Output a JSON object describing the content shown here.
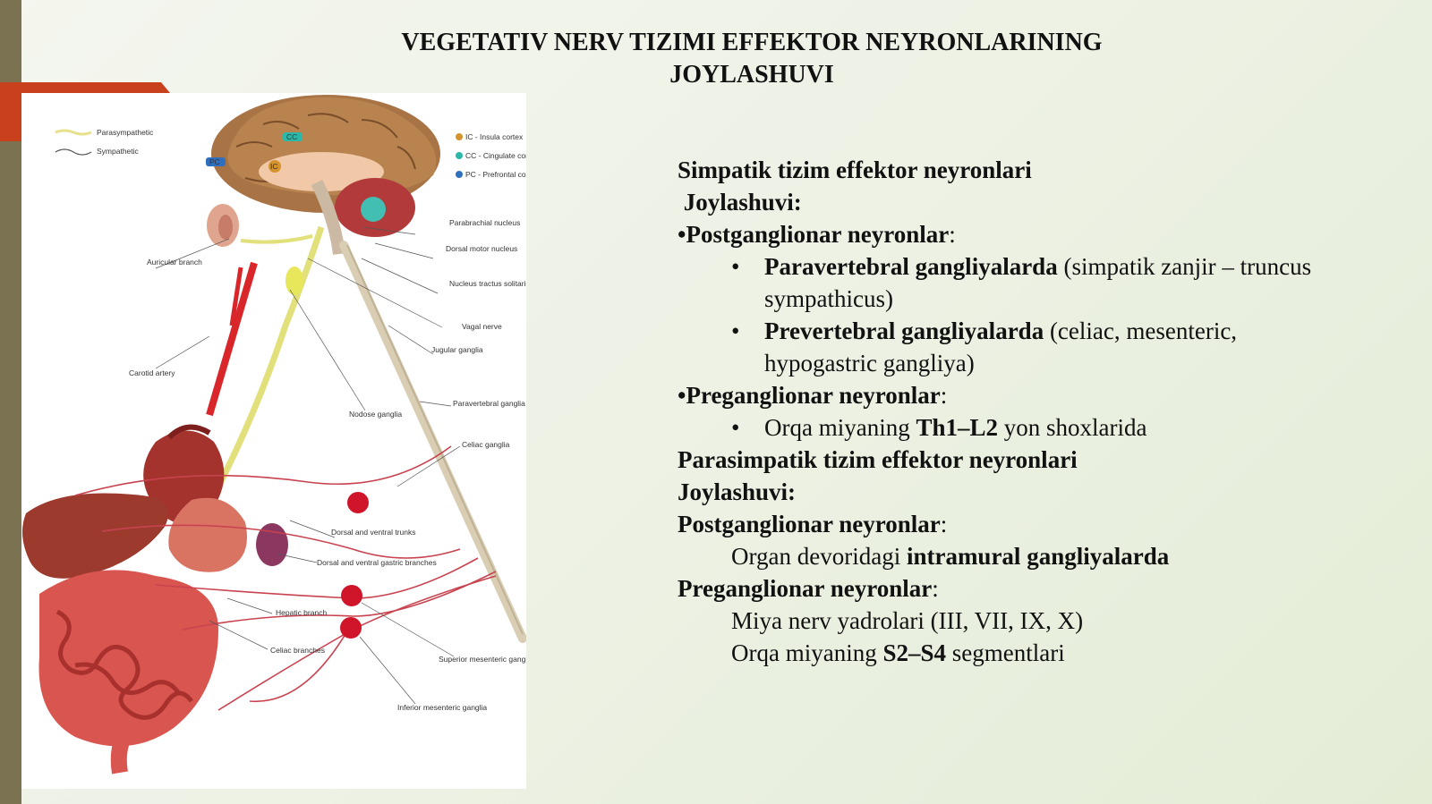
{
  "slide": {
    "title_line1": "VEGETATIV NERV TIZIMI EFFEKTOR NEYRONLARINING",
    "title_line2": "JOYLASHUVI"
  },
  "figure": {
    "legend": {
      "parasympathetic": "Parasympathetic",
      "sympathetic": "Sympathetic"
    },
    "cortex_key": {
      "ic": "IC - Insula cortex",
      "cc": "CC - Cingulate cortex",
      "pc": "PC - Prefrontal cortex"
    },
    "brain_tags": {
      "cc": "CC",
      "ic": "IC",
      "pc": "PC"
    },
    "labels": {
      "parabrachial": "Parabrachial nucleus",
      "dorsal_motor": "Dorsal motor nucleus",
      "nucleus_tractus": "Nucleus tractus solitarius",
      "vagal_nerve": "Vagal nerve",
      "jugular": "Jugular ganglia",
      "auricular": "Auricular branch",
      "carotid": "Carotid artery",
      "nodose": "Nodose ganglia",
      "paravertebral": "Paravertebral ganglia",
      "celiac_ganglia": "Celiac ganglia",
      "dorsal_ventral_trunks": "Dorsal and ventral trunks",
      "dorsal_ventral_gastric": "Dorsal and ventral gastric branches",
      "hepatic": "Hepatic branch",
      "celiac_branches": "Celiac branches",
      "superior_mesenteric": "Superior mesenteric ganglia",
      "inferior_mesenteric": "Inferior mesenteric ganglia"
    },
    "colors": {
      "sympathetic_nerve": "#d9cdb3",
      "parasympathetic_nerve": "#e2e07a",
      "ganglion": "#d0152b",
      "artery": "#d8262b"
    }
  },
  "content": {
    "symp_heading": "Simpatik tizim effektor neyronlari",
    "symp_loc": " Joylashuvi:",
    "post_label": "•Postganglionar neyronlar",
    "colon": ":",
    "bullet": "•",
    "para_bold": "Paravertebral gangliyalarda",
    "para_rest": " (simpatik zanjir – truncus",
    "para_rest2": "sympathicus)",
    "prev_bold": "Prevertebral gangliyalarda",
    "prev_rest": " (celiac, mesenteric,",
    "prev_rest2": "hypogastric gangliya)",
    "pre_label": "•Preganglionar neyronlar",
    "orqa_text": "Orqa miyaning ",
    "orqa_bold": "Th1–L2",
    "orqa_rest": " yon shoxlarida",
    "parasymp_heading": "Parasimpatik tizim effektor neyronlari",
    "parasymp_loc": "Joylashuvi:",
    "post2_label": "Postganglionar neyronlar",
    "organ_text": "Organ devoridagi ",
    "organ_bold": "intramural gangliyalarda",
    "pre2_label": "Preganglionar neyronlar",
    "miya_text": "Miya nerv yadrolari (III, VII, IX, X)",
    "orqa2_text": "Orqa miyaning ",
    "orqa2_bold": "S2–S4",
    "orqa2_rest": " segmentlari"
  }
}
